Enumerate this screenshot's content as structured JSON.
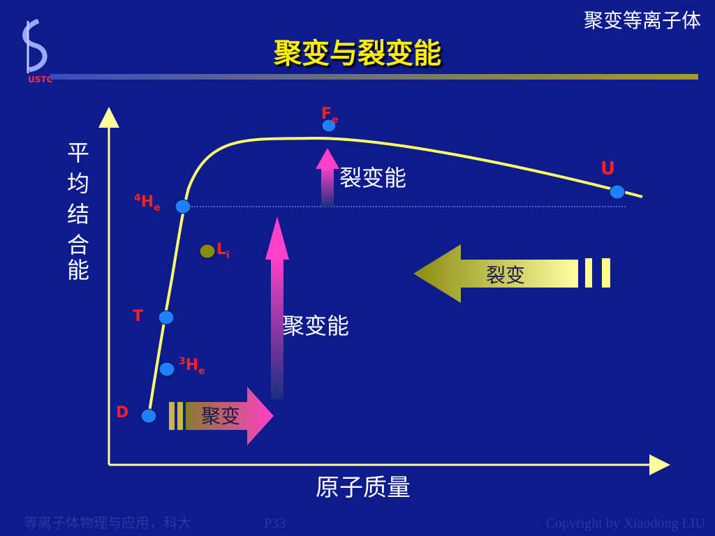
{
  "header": {
    "course_title": "聚变等离子体",
    "slide_title": "聚变与裂变能",
    "logo_text": "USTC"
  },
  "diagram": {
    "y_axis_label": [
      "平",
      "均",
      "结",
      "合",
      "能"
    ],
    "x_axis_label": "原子质量",
    "points": {
      "D": {
        "base": "D",
        "sup": "",
        "sub": ""
      },
      "He3": {
        "base": "H",
        "sup": "3",
        "sub": "e"
      },
      "T": {
        "base": "T",
        "sup": "",
        "sub": ""
      },
      "Li": {
        "base": "L",
        "sup": "",
        "sub": "i"
      },
      "He4": {
        "base": "H",
        "sup": "4",
        "sub": "e"
      },
      "Fe": {
        "base": "F",
        "sup": "",
        "sub": "e"
      },
      "U": {
        "base": "U",
        "sup": "",
        "sub": ""
      }
    },
    "fission_energy_label": "裂变能",
    "fusion_energy_label": "聚变能",
    "fission_arrow_label": "裂变",
    "fusion_arrow_label": "聚变"
  },
  "footer": {
    "left": "等离子体物理与应用，科大",
    "page": "P33",
    "right": "Copyright by Xiaodong LIU"
  },
  "colors": {
    "background": "#0d1b8c",
    "title": "#ffee00",
    "curve": "#ffff66",
    "point": "#1e7fff",
    "label_red": "#ff2020",
    "arrow_pink": "#ff44cc",
    "arrow_olive": "#9a9020"
  }
}
